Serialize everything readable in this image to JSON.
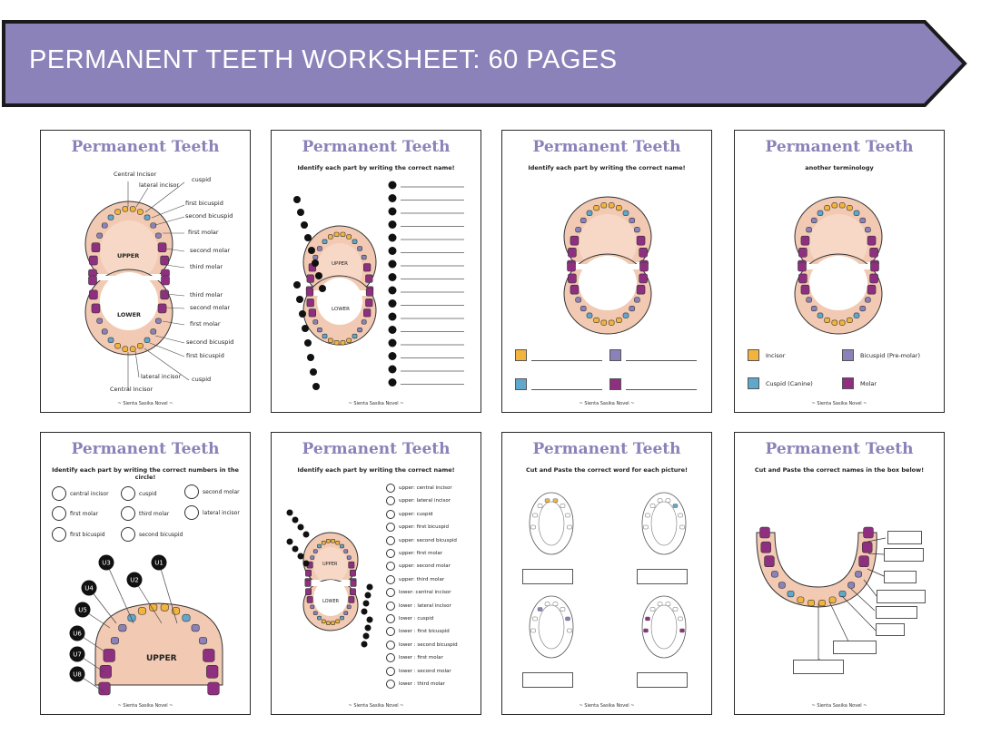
{
  "banner": {
    "title": "PERMANENT TEETH WORKSHEET: 60 PAGES",
    "color": "#8a82b8"
  },
  "pages": [
    {
      "title": "Permanent Teeth",
      "footer": "~ Sienta Sasika Novel ~",
      "labels": [
        "Central Incisor",
        "lateral incisor",
        "cuspid",
        "first bicuspid",
        "second bicuspid",
        "first molar",
        "second molar",
        "third molar",
        "UPPER",
        "LOWER",
        "third molar",
        "second molar",
        "first molar",
        "second bicuspid",
        "first bicuspid",
        "cuspid",
        "lateral incisor",
        "Central Incisor"
      ]
    },
    {
      "title": "Permanent Teeth",
      "subtitle": "Identify each part by writing the correct name!",
      "upper": "UPPER",
      "lower": "LOWER",
      "footer": "~ Sienta Sasika Novel ~"
    },
    {
      "title": "Permanent Teeth",
      "subtitle": "Identify each part by writing the correct name!",
      "footer": "~ Sienta Sasika Novel ~"
    },
    {
      "title": "Permanent Teeth",
      "subtitle": "another terminology",
      "legend": [
        "Incisor",
        "Bicuspid (Pre-molar)",
        "Cuspid (Canine)",
        "Molar"
      ],
      "footer": "~ Sienta Sasika Novel ~"
    },
    {
      "title": "Permanent Teeth",
      "subtitle": "Identify each part by writing the correct numbers in the circle!",
      "options": [
        "central incisor",
        "cuspid",
        "second molar",
        "first molar",
        "third molar",
        "lateral incisor",
        "first bicuspid",
        "second bicuspid"
      ],
      "badges": [
        "U3",
        "U2",
        "U1",
        "U4",
        "U5",
        "U6",
        "U7",
        "U8"
      ],
      "upper": "UPPER",
      "footer": "~ Sienta Sasika Novel ~"
    },
    {
      "title": "Permanent Teeth",
      "subtitle": "Identify each part by writing the correct name!",
      "list": [
        "upper: central incisor",
        "upper: lateral incisor",
        "upper: cuspid",
        "upper: first bicuspid",
        "upper: second bicuspid",
        "upper: first molar",
        "upper: second molar",
        "upper: third molar",
        "lower: central incisor",
        "lower : lateral incisor",
        "lower : cuspid",
        "lower : first bicuspid",
        "lower : second bicuspid",
        "lower : first molar",
        "lower : second molar",
        "lower : third molar"
      ],
      "upper": "UPPER",
      "lower": "LOWER",
      "footer": "~ Sienta Sasika Novel ~"
    },
    {
      "title": "Permanent Teeth",
      "subtitle": "Cut and Paste the correct word for each picture!",
      "footer": "~ Sienta Sasika Novel ~"
    },
    {
      "title": "Permanent Teeth",
      "subtitle": "Cut and Paste the correct names in the box below!",
      "footer": "~ Sienta Sasika Novel ~"
    }
  ],
  "colors": {
    "incisor": "#f2b43c",
    "bicuspid": "#8a82b8",
    "cuspid": "#5fa8cc",
    "molar": "#8e2f7f",
    "gum": "#f2c9b2",
    "accent": "#8a82b8"
  }
}
